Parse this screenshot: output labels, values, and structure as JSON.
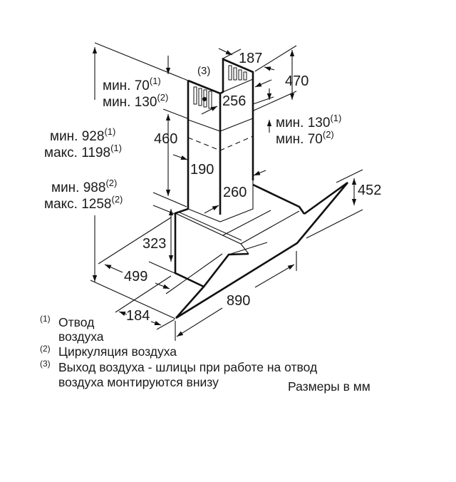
{
  "diagram": {
    "subject": "Wall-mounted inclined cooker hood — dimension drawing",
    "dimensions": {
      "chimney_depth_top": "187",
      "chimney_height_upper": "470",
      "chimney_width_top": "256",
      "chimney_height_lower": "460",
      "chimney_depth_lower": "190",
      "chimney_width_lower": "260",
      "glass_height": "452",
      "body_height": "323",
      "body_depth": "499",
      "bottom_depth": "184",
      "total_width": "890",
      "vent_marker": "(3)"
    },
    "labels": {
      "top_left_line1": {
        "text": "мин. 70",
        "sup": "(1)"
      },
      "top_left_line2": {
        "text": "мин. 130",
        "sup": "(2)"
      },
      "right_line1": {
        "text": "мин. 130",
        "sup": "(1)"
      },
      "right_line2": {
        "text": "мин. 70",
        "sup": "(2)"
      },
      "total_exhaust_min": {
        "text": "мин. 928",
        "sup": "(1)"
      },
      "total_exhaust_max": {
        "text": "макс. 1198",
        "sup": "(1)"
      },
      "total_recirc_min": {
        "text": "мин. 988",
        "sup": "(2)"
      },
      "total_recirc_max": {
        "text": "макс. 1258",
        "sup": "(2)"
      }
    },
    "notes": [
      {
        "marker": "(1)",
        "lines": [
          "Отвод",
          "воздуха"
        ]
      },
      {
        "marker": "(2)",
        "lines": [
          "Циркуляция воздуха"
        ]
      },
      {
        "marker": "(3)",
        "lines": [
          "Выход воздуха - шлицы при работе на отвод",
          "воздуха монтируются внизу"
        ]
      }
    ],
    "units_note": "Размеры в мм"
  }
}
